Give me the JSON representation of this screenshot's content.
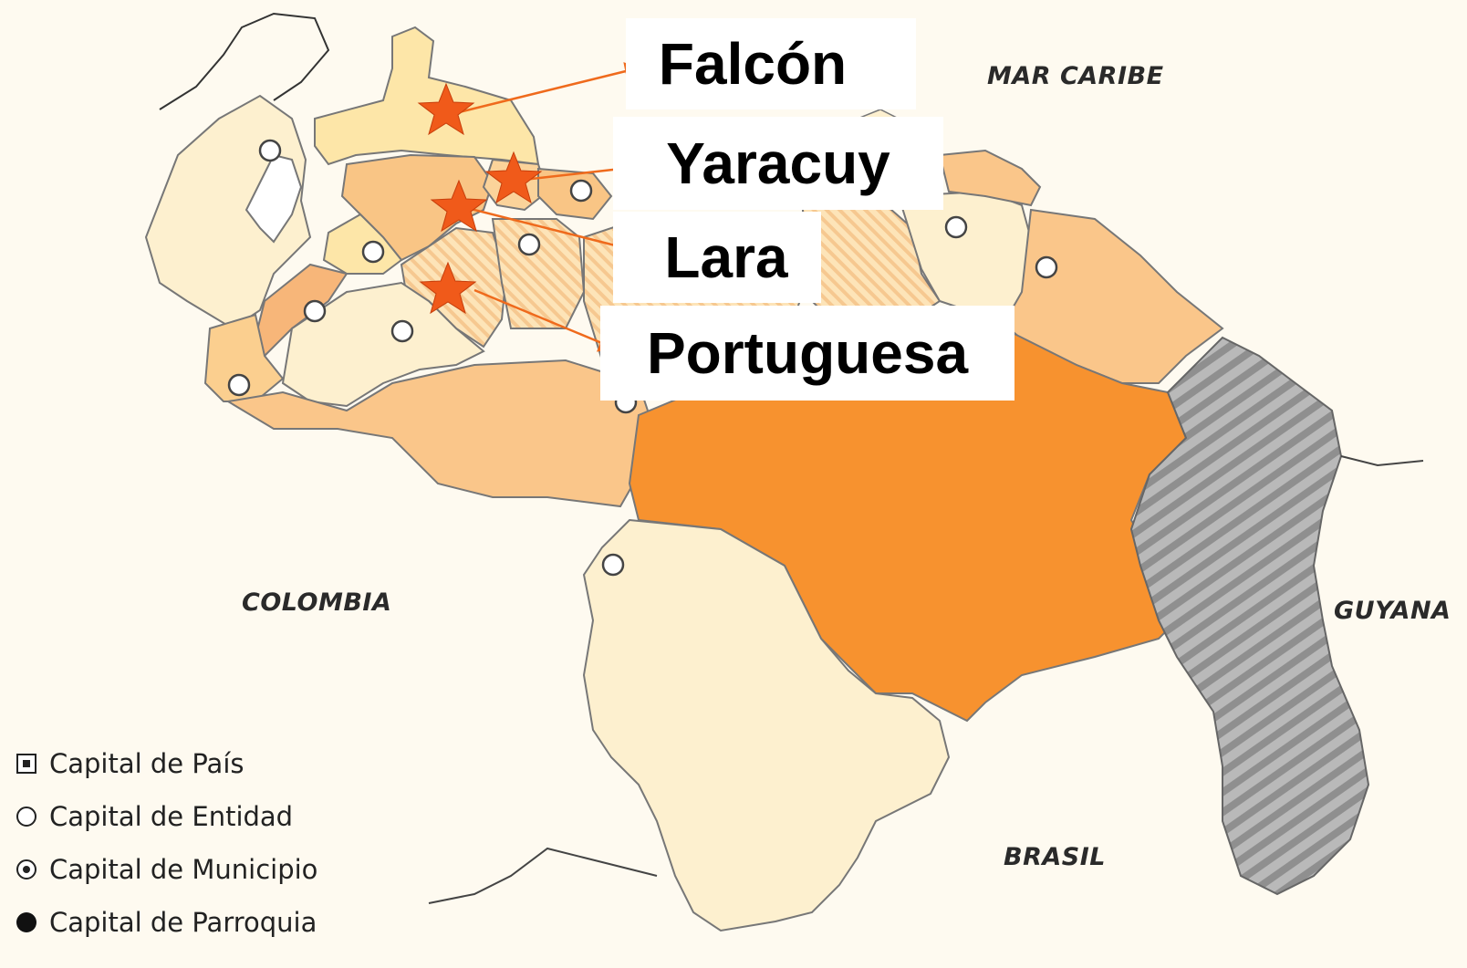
{
  "map": {
    "water_label": "MAR CARIBE",
    "neighbor_labels": {
      "colombia": "COLOMBIA",
      "guyana": "GUYANA",
      "brasil": "BRASIL"
    },
    "highlighted_states": [
      {
        "key": "falcon",
        "label": "Falcón"
      },
      {
        "key": "yaracuy",
        "label": "Yaracuy"
      },
      {
        "key": "lara",
        "label": "Lara"
      },
      {
        "key": "portuguesa",
        "label": "Portuguesa"
      }
    ],
    "colors": {
      "land_light": "#fdf0cf",
      "land_pale": "#fde6b3",
      "land_mid": "#fbc98a",
      "land_dark": "#f5ac66",
      "bolivar": "#f7922f",
      "disputed": "#a7a7a7",
      "marker_star": "#f05a1a",
      "arrow": "#ef6a1c"
    }
  },
  "legend": {
    "items": [
      {
        "symbol": "square-dot",
        "label": "Capital de País"
      },
      {
        "symbol": "circle",
        "label": "Capital de Entidad"
      },
      {
        "symbol": "circle-dot",
        "label": "Capital de Municipio"
      },
      {
        "symbol": "filled-circle",
        "label": "Capital de Parroquia"
      }
    ]
  }
}
